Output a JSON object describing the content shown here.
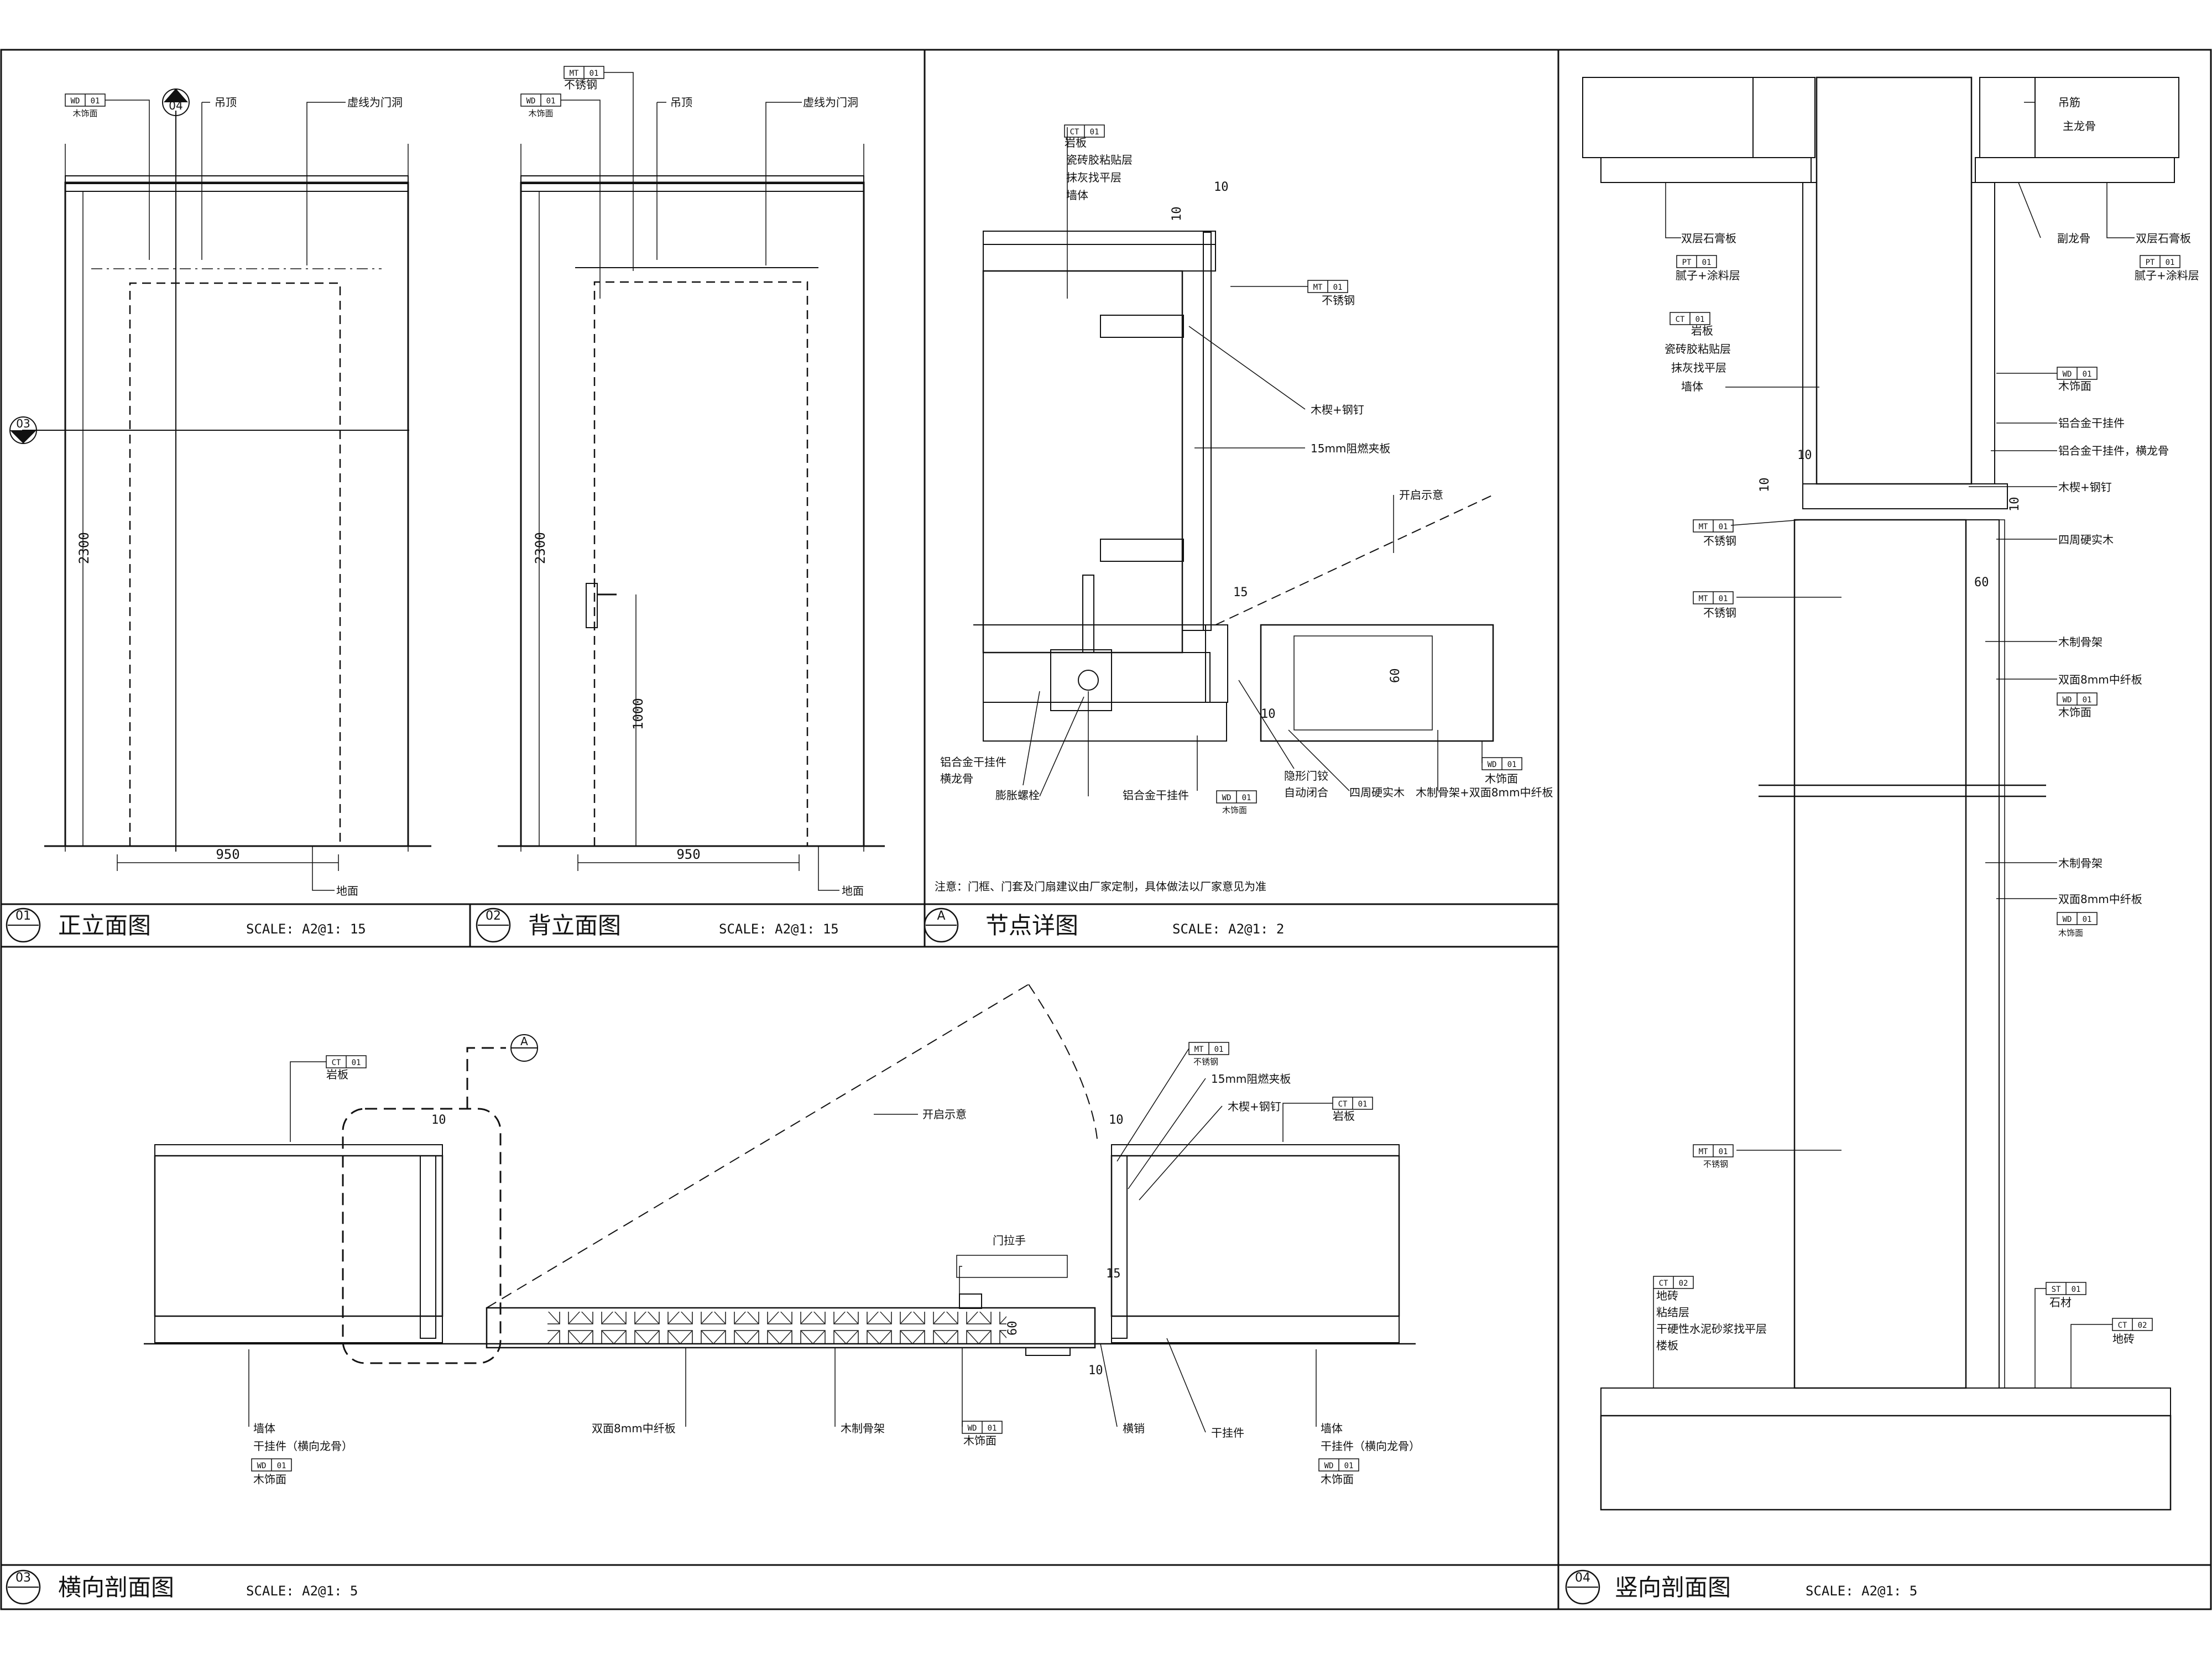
{
  "panels": [
    {
      "id": "p01",
      "number": "01",
      "title": "正立面图",
      "scale": "SCALE: A2@1: 15"
    },
    {
      "id": "p02",
      "number": "02",
      "title": "背立面图",
      "scale": "SCALE: A2@1: 15"
    },
    {
      "id": "pA",
      "number": "A",
      "title": "节点详图",
      "scale": "SCALE: A2@1: 2"
    },
    {
      "id": "p03",
      "number": "03",
      "title": "横向剖面图",
      "scale": "SCALE: A2@1: 5"
    },
    {
      "id": "p04",
      "number": "04",
      "title": "竖向剖面图",
      "scale": "SCALE: A2@1: 5"
    }
  ],
  "elevation_front": {
    "tags": [
      {
        "code": "WD",
        "num": "01",
        "label": "木饰面"
      }
    ],
    "labels": {
      "ceiling": "吊顶",
      "door_line": "虚线为门洞",
      "floor": "地面"
    },
    "width_dim": "950",
    "height_dim": "2300",
    "section_marks": {
      "vertical": "04",
      "horizontal": "03"
    }
  },
  "elevation_back": {
    "tags": [
      {
        "code": "MT",
        "num": "01",
        "label": "不锈钢"
      },
      {
        "code": "WD",
        "num": "01",
        "label": "木饰面"
      }
    ],
    "labels": {
      "ceiling": "吊顶",
      "door_line": "虚线为门洞",
      "floor": "地面"
    },
    "width_dim": "950",
    "height_dim": "2300",
    "handle_dim": "1000"
  },
  "detail_a": {
    "tags": [
      {
        "code": "CT",
        "num": "01",
        "label": "岩板"
      },
      {
        "code": "MT",
        "num": "01",
        "label": "不锈钢"
      },
      {
        "code": "WD",
        "num": "01",
        "label": "木饰面"
      },
      {
        "code": "WD",
        "num": "01",
        "label": "木饰面"
      }
    ],
    "layers": [
      "瓷砖胶粘贴层",
      "抹灰找平层",
      "墙体"
    ],
    "callouts": [
      "木楔+钢钉",
      "15mm阻燃夹板",
      "开启示意",
      "铝合金干挂件",
      "横龙骨",
      "膨胀螺栓",
      "铝合金干挂件",
      "隐形门铰",
      "自动闭合",
      "四周硬实木",
      "木制骨架+双面8mm中纤板"
    ],
    "dims": [
      "10",
      "10",
      "15",
      "10",
      "60"
    ],
    "note": "注意：门框、门套及门扇建议由厂家定制，具体做法以厂家意见为准"
  },
  "section_h": {
    "tags": [
      {
        "code": "CT",
        "num": "01",
        "label": "岩板"
      },
      {
        "code": "MT",
        "num": "01",
        "label": "不锈钢"
      },
      {
        "code": "CT",
        "num": "01",
        "label": "岩板"
      },
      {
        "code": "WD",
        "num": "01",
        "label": "木饰面"
      },
      {
        "code": "WD",
        "num": "01",
        "label": "木饰面"
      },
      {
        "code": "WD",
        "num": "01",
        "label": "木饰面"
      }
    ],
    "callouts": [
      "15mm阻燃夹板",
      "木楔+钢钉",
      "开启示意",
      "门拉手",
      "双面8mm中纤板",
      "木制骨架",
      "横销",
      "干挂件"
    ],
    "legend_left": [
      "墙体",
      "干挂件（横向龙骨）"
    ],
    "legend_right": [
      "墙体",
      "干挂件（横向龙骨）"
    ],
    "detail_ref": "A",
    "dims": [
      "10",
      "10",
      "15",
      "60",
      "10"
    ]
  },
  "section_v": {
    "tags": [
      {
        "code": "PT",
        "num": "01",
        "label": "腻子+涂料层"
      },
      {
        "code": "PT",
        "num": "01",
        "label": "腻子+涂料层"
      },
      {
        "code": "CT",
        "num": "01",
        "label": "岩板"
      },
      {
        "code": "WD",
        "num": "01",
        "label": "木饰面"
      },
      {
        "code": "MT",
        "num": "01",
        "label": "不锈钢"
      },
      {
        "code": "MT",
        "num": "01",
        "label": "不锈钢"
      },
      {
        "code": "WD",
        "num": "01",
        "label": "木饰面"
      },
      {
        "code": "WD",
        "num": "01",
        "label": "木饰面"
      },
      {
        "code": "MT",
        "num": "01",
        "label": "不锈钢"
      },
      {
        "code": "CT",
        "num": "02",
        "label": "地砖"
      },
      {
        "code": "ST",
        "num": "01",
        "label": "石材"
      },
      {
        "code": "CT",
        "num": "02",
        "label": "地砖"
      }
    ],
    "callouts": [
      "吊筋",
      "主龙骨",
      "副龙骨",
      "双层石膏板",
      "双层石膏板",
      "瓷砖胶粘贴层",
      "抹灰找平层",
      "墙体",
      "铝合金干挂件",
      "铝合金干挂件，横龙骨",
      "木楔+钢钉",
      "四周硬实木",
      "木制骨架",
      "双面8mm中纤板",
      "木制骨架",
      "双面8mm中纤板"
    ],
    "floor_layers": [
      "粘结层",
      "干硬性水泥砂浆找平层",
      "楼板"
    ],
    "dims": [
      "10",
      "10",
      "10",
      "60"
    ]
  }
}
